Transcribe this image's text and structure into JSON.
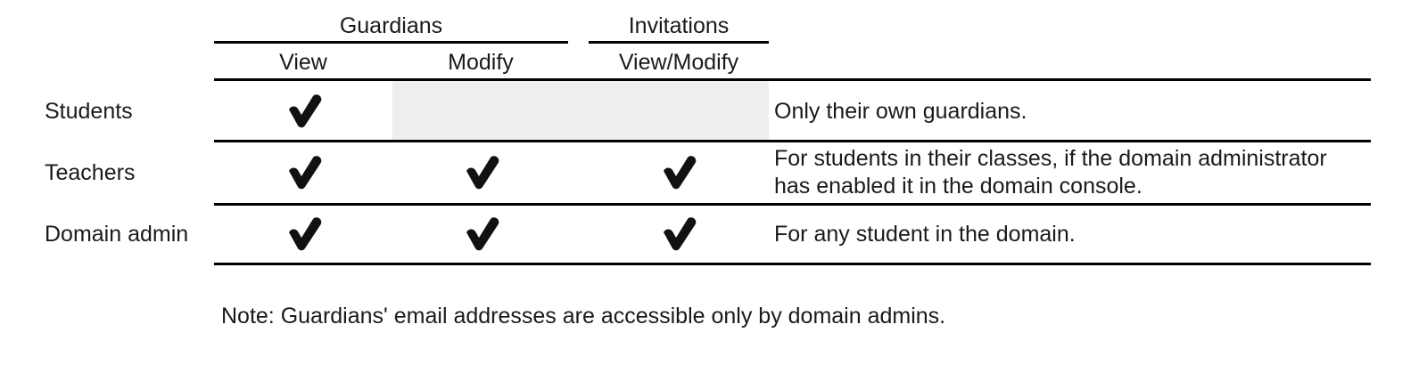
{
  "table": {
    "groups": [
      {
        "label": "Guardians"
      },
      {
        "label": "Invitations"
      }
    ],
    "columns": [
      {
        "label": "View"
      },
      {
        "label": "Modify"
      },
      {
        "label": "View/Modify"
      }
    ],
    "rows": [
      {
        "label": "Students",
        "view": "check",
        "modify": "shaded",
        "invitations": "shaded",
        "description": "Only their own guardians."
      },
      {
        "label": "Teachers",
        "view": "check",
        "modify": "check",
        "invitations": "check",
        "description": "For students in their classes, if the domain administrator has enabled it in the domain console."
      },
      {
        "label": "Domain admin",
        "view": "check",
        "modify": "check",
        "invitations": "check",
        "description": "For any student in the domain."
      }
    ],
    "check_icon": "check-mark",
    "colors": {
      "rule": "#000000",
      "shaded_cell": "#eeeeee",
      "text": "#1a1a1a",
      "background": "#ffffff"
    }
  },
  "note": {
    "text": "Note: Guardians' email addresses are accessible only by domain admins."
  }
}
